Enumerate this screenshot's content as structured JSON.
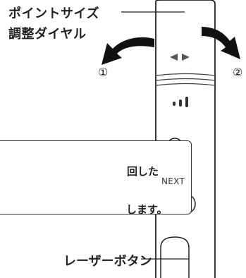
{
  "labels": {
    "point_size_line1": "ポイントサイズ",
    "point_size_line2": "調整ダイヤル",
    "direction_1": "①",
    "direction_2": "②",
    "next_button": "NEXT",
    "callout_line1": "回した",
    "callout_line2": "します。",
    "laser_button": "レーザーボタン"
  },
  "icons": {
    "left_arrow": "curved-arrow-left",
    "right_arrow": "curved-arrow-right",
    "dial_indicator": "left-right-triangles",
    "battery_indicator": "signal-bars"
  },
  "colors": {
    "line": "#222222",
    "arrow": "#111111",
    "text": "#222222"
  }
}
